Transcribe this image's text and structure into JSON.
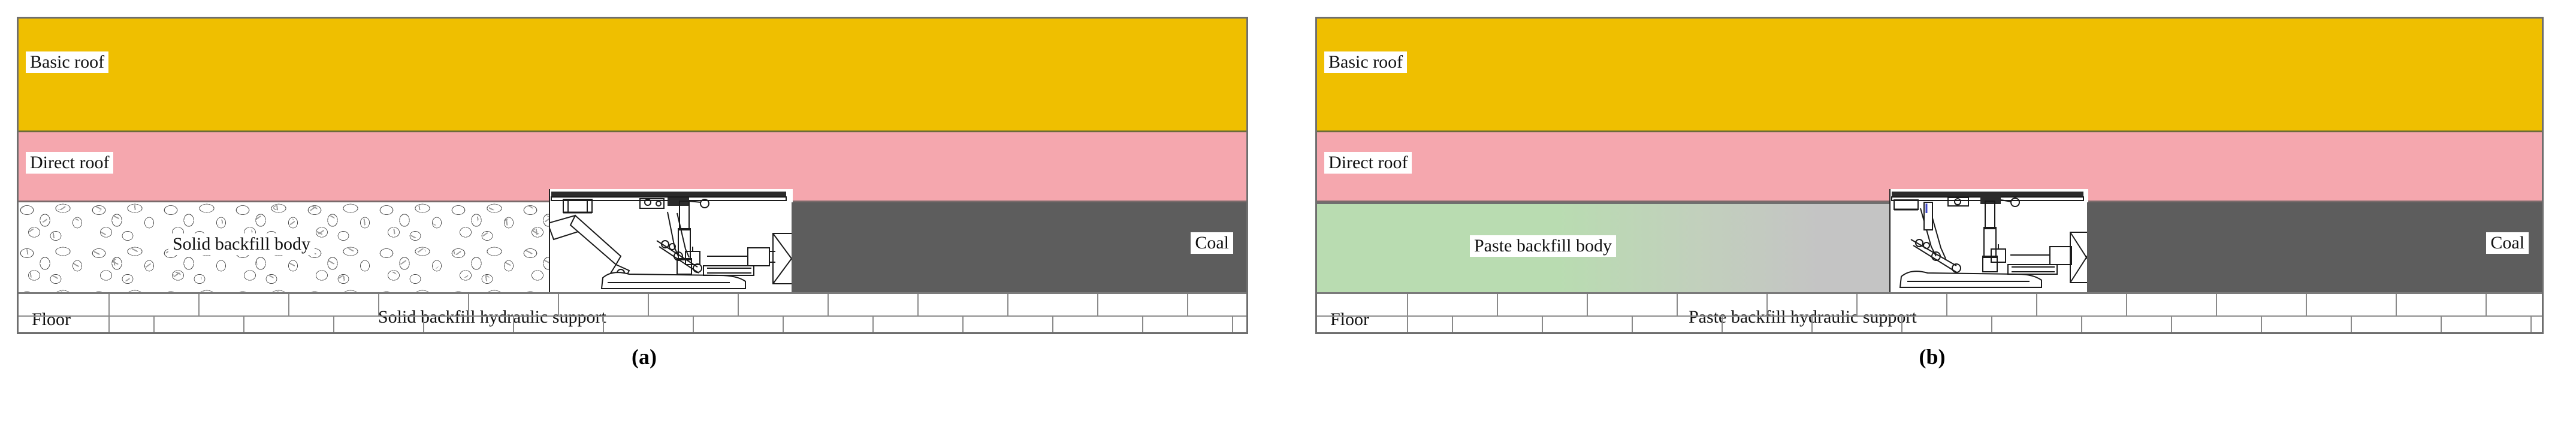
{
  "figure": {
    "type": "two-panel-technical-diagram",
    "subject": "Comparison of solid backfill mining and paste backfill mining cross-sections"
  },
  "colors": {
    "basic_roof": "#efbf00",
    "direct_roof": "#f5a7ae",
    "coal": "#5d5d5d",
    "paste_backfill_start": "#b9dcb1",
    "paste_backfill_end": "#c4c4c4",
    "floor": "#ffffff",
    "outline": "#6e6e6e",
    "label_text": "#111111",
    "label_background": "#ffffff"
  },
  "panels": [
    {
      "id": "a",
      "caption": "(a)",
      "layers": [
        {
          "name": "basic-roof",
          "label": "Basic roof"
        },
        {
          "name": "direct-roof",
          "label": "Direct roof"
        },
        {
          "name": "backfill",
          "label": "Solid backfill body",
          "fill": "rubble-texture"
        },
        {
          "name": "coal",
          "label": "Coal"
        },
        {
          "name": "floor",
          "label": "Floor",
          "fill": "brick-masonry"
        }
      ],
      "machine": {
        "label": "Solid backfill hydraulic support",
        "kind": "hydraulic-support-cad-drawing"
      }
    },
    {
      "id": "b",
      "caption": "(b)",
      "layers": [
        {
          "name": "basic-roof",
          "label": "Basic roof"
        },
        {
          "name": "direct-roof",
          "label": "Direct roof"
        },
        {
          "name": "backfill",
          "label": "Paste backfill body",
          "fill": "green-to-grey-gradient"
        },
        {
          "name": "coal",
          "label": "Coal"
        },
        {
          "name": "floor",
          "label": "Floor",
          "fill": "brick-masonry"
        }
      ],
      "machine": {
        "label": "Paste backfill hydraulic support",
        "kind": "hydraulic-support-cad-drawing"
      }
    }
  ]
}
